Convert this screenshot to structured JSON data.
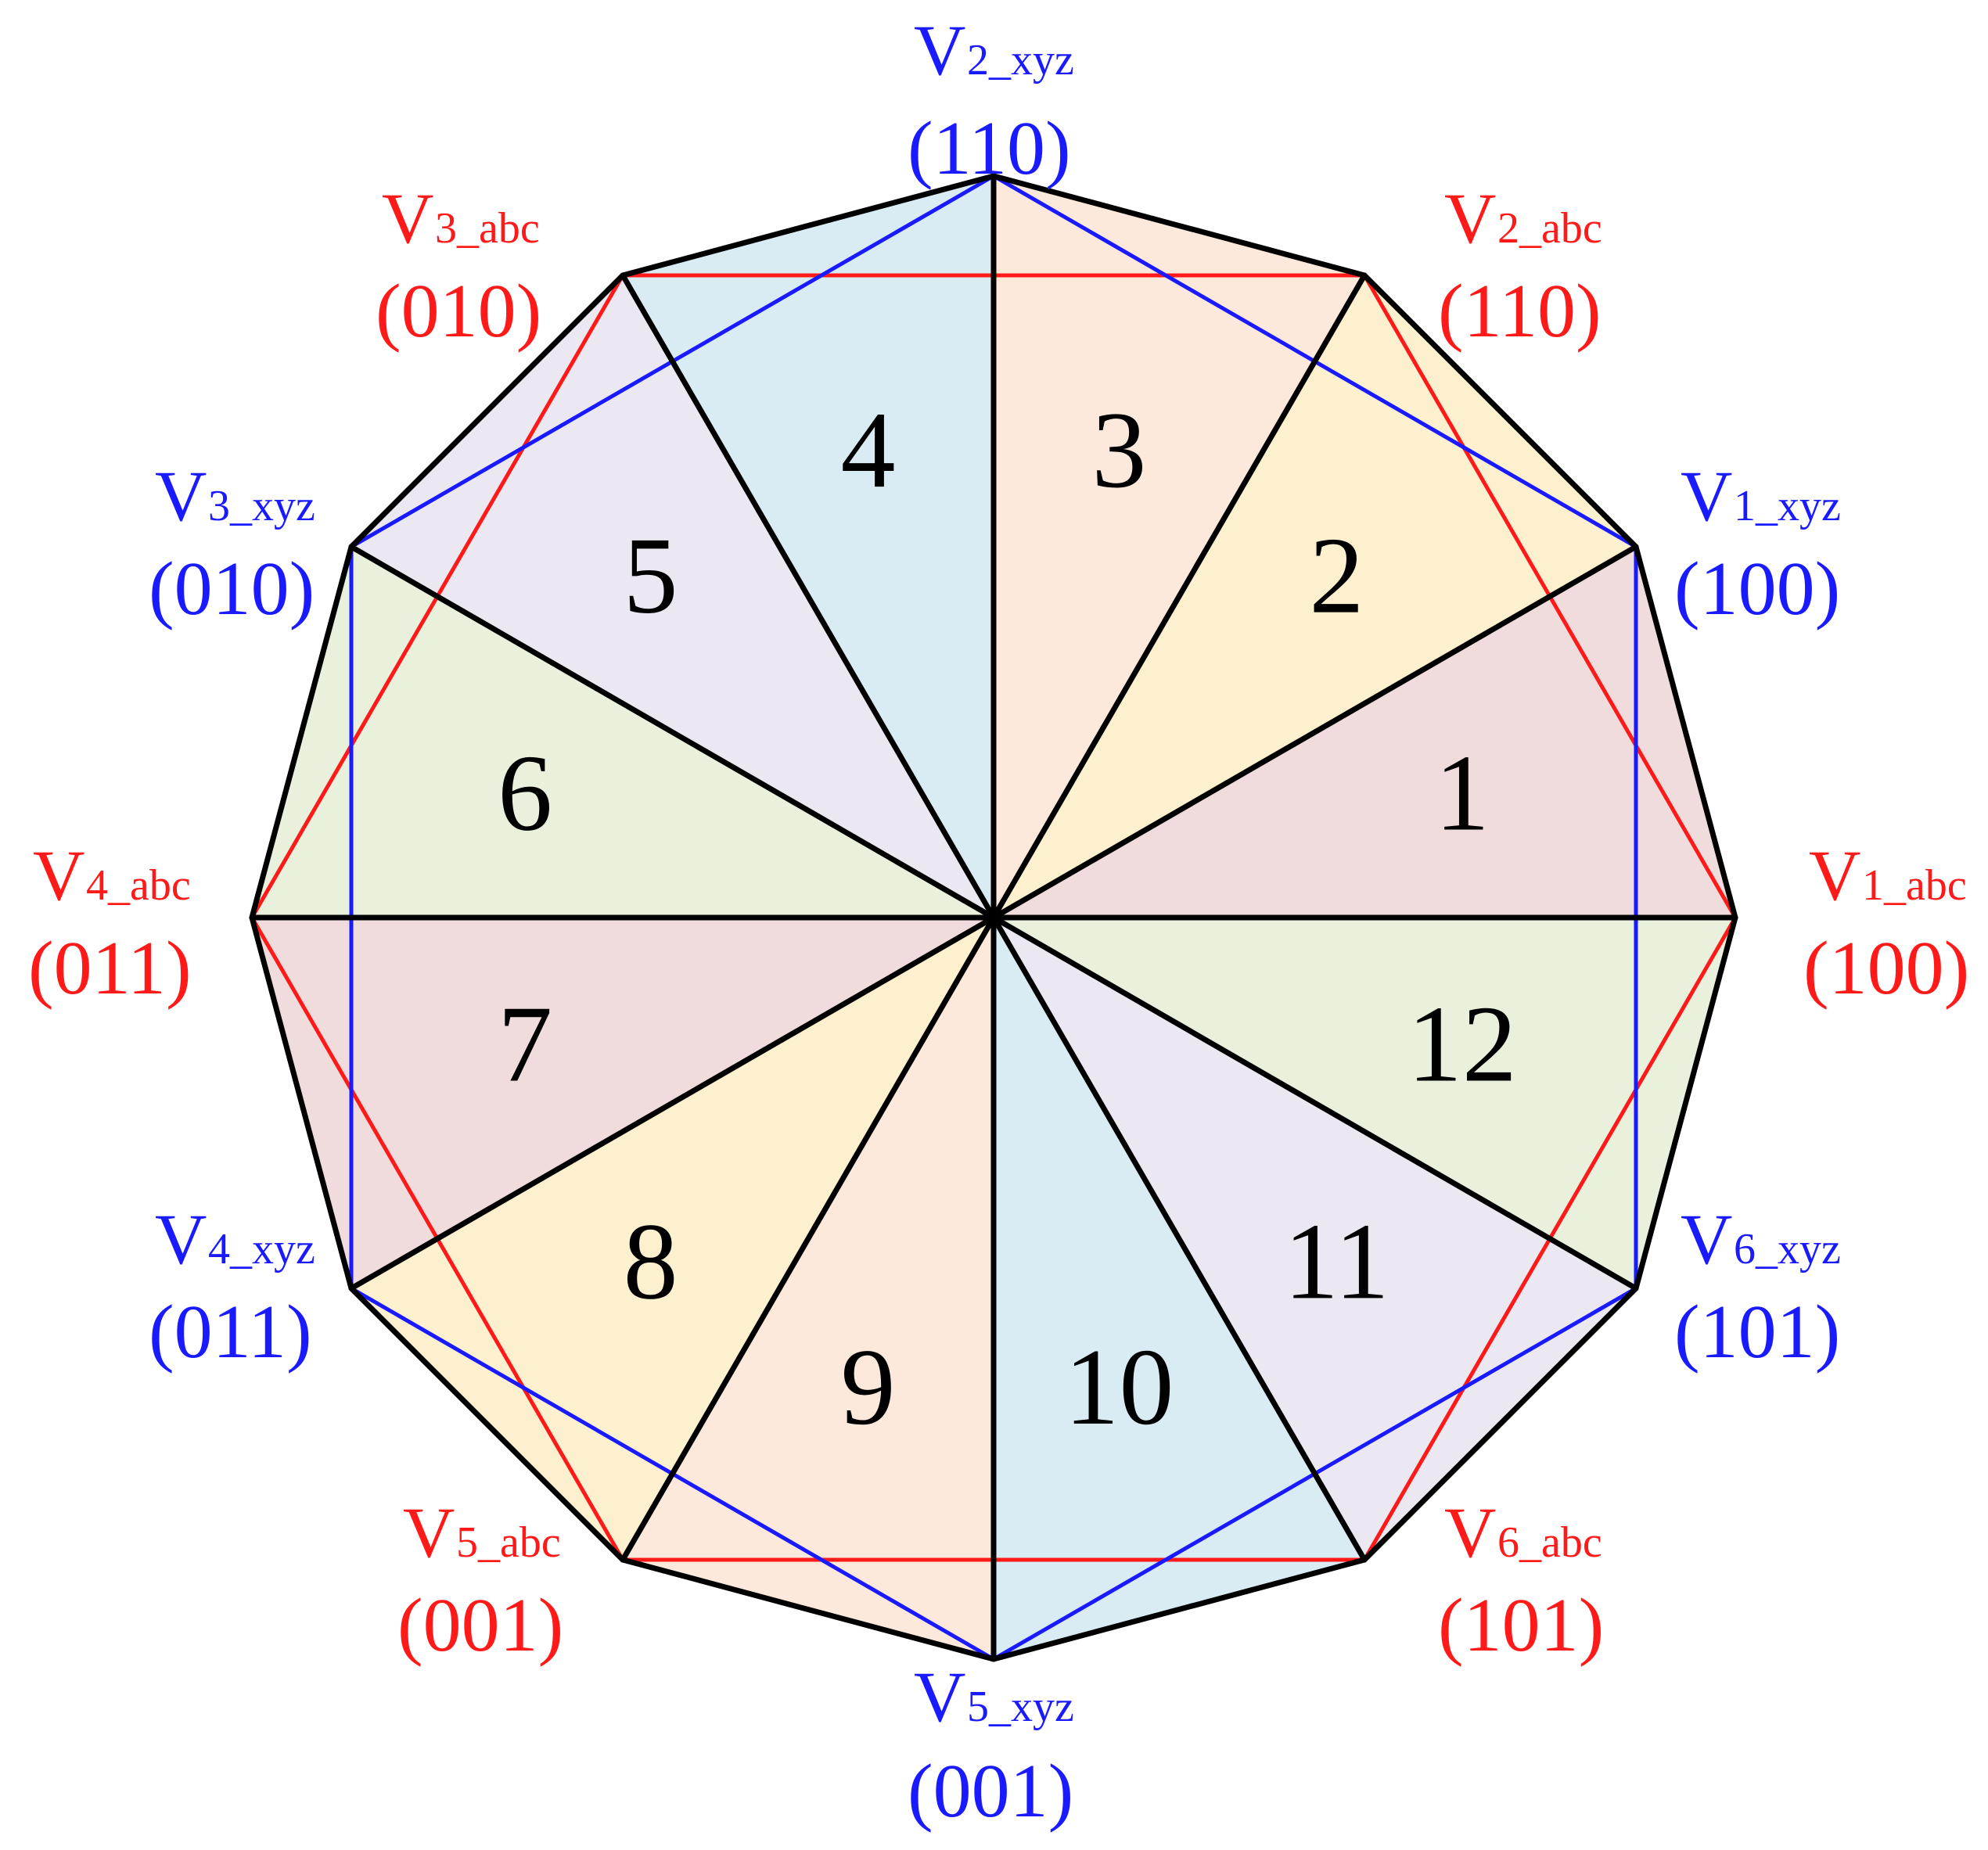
{
  "colors": {
    "abc": "#ff1a1a",
    "xyz": "#1a1aff",
    "outline": "#000000",
    "sector_fills": [
      "#f0dcdc",
      "#fdf0cf",
      "#fde9dc",
      "#d9ecf3",
      "#ebe8f2",
      "#e9f0dc"
    ]
  },
  "sectors": [
    "1",
    "2",
    "3",
    "4",
    "5",
    "6",
    "7",
    "8",
    "9",
    "10",
    "11",
    "12"
  ],
  "abc_vectors": [
    {
      "main": "V",
      "sub": "1_abc",
      "code": "(100)"
    },
    {
      "main": "V",
      "sub": "2_abc",
      "code": "(110)"
    },
    {
      "main": "V",
      "sub": "3_abc",
      "code": "(010)"
    },
    {
      "main": "V",
      "sub": "4_abc",
      "code": "(011)"
    },
    {
      "main": "V",
      "sub": "5_abc",
      "code": "(001)"
    },
    {
      "main": "V",
      "sub": "6_abc",
      "code": "(101)"
    }
  ],
  "xyz_vectors": [
    {
      "main": "V",
      "sub": "1_xyz",
      "code": "(100)"
    },
    {
      "main": "V",
      "sub": "2_xyz",
      "code": "(110)"
    },
    {
      "main": "V",
      "sub": "3_xyz",
      "code": "(010)"
    },
    {
      "main": "V",
      "sub": "4_xyz",
      "code": "(011)"
    },
    {
      "main": "V",
      "sub": "5_xyz",
      "code": "(001)"
    },
    {
      "main": "V",
      "sub": "6_xyz",
      "code": "(101)"
    }
  ]
}
